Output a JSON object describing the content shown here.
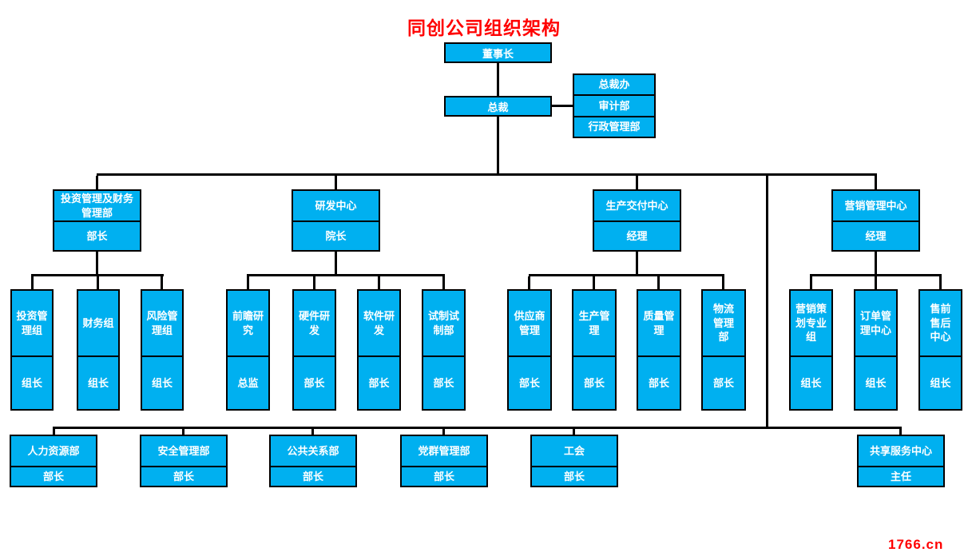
{
  "title": "同创公司组织架构",
  "watermark": "1766.cn",
  "colors": {
    "box_fill": "#00B0F0",
    "box_border": "#000000",
    "box_text": "#FFFFFF",
    "title_text": "#FF0000",
    "connector": "#000000",
    "background": "#FFFFFF"
  },
  "top": {
    "chairman": "董事长",
    "president": "总裁",
    "staff": [
      "总裁办",
      "审计部",
      "行政管理部"
    ]
  },
  "divisions": [
    {
      "name": "投资管理及财务\n管理部",
      "head": "部长",
      "children": [
        {
          "name": "投资管\n理组",
          "head": "组长"
        },
        {
          "name": "财务组",
          "head": "组长"
        },
        {
          "name": "风险管\n理组",
          "head": "组长"
        }
      ]
    },
    {
      "name": "研发中心",
      "head": "院长",
      "children": [
        {
          "name": "前瞻研\n究",
          "head": "总监"
        },
        {
          "name": "硬件研\n发",
          "head": "部长"
        },
        {
          "name": "软件研\n发",
          "head": "部长"
        },
        {
          "name": "试制试\n制部",
          "head": "部长"
        }
      ]
    },
    {
      "name": "生产交付中心",
      "head": "经理",
      "children": [
        {
          "name": "供应商\n管理",
          "head": "部长"
        },
        {
          "name": "生产管\n理",
          "head": "部长"
        },
        {
          "name": "质量管\n理",
          "head": "部长"
        },
        {
          "name": "物流\n管理\n部",
          "head": "部长"
        }
      ]
    },
    {
      "name": "营销管理中心",
      "head": "经理",
      "children": [
        {
          "name": "营销策\n划专业\n组",
          "head": "组长"
        },
        {
          "name": "订单管\n理中心",
          "head": "组长"
        },
        {
          "name": "售前\n售后\n中心",
          "head": "组长"
        }
      ]
    }
  ],
  "bottom_departments": [
    {
      "name": "人力资源部",
      "head": "部长"
    },
    {
      "name": "安全管理部",
      "head": "部长"
    },
    {
      "name": "公共关系部",
      "head": "部长"
    },
    {
      "name": "党群管理部",
      "head": "部长"
    },
    {
      "name": "工会",
      "head": "部长"
    },
    {
      "name": "共享服务中心",
      "head": "主任"
    }
  ]
}
